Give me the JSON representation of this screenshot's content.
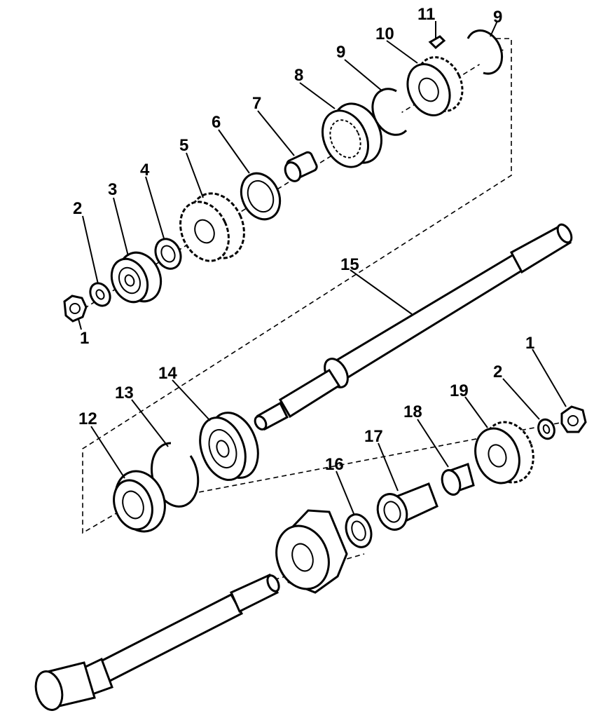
{
  "callouts": [
    {
      "id": "1a",
      "text": "1"
    },
    {
      "id": "1b",
      "text": "1"
    },
    {
      "id": "2a",
      "text": "2"
    },
    {
      "id": "2b",
      "text": "2"
    },
    {
      "id": "3",
      "text": "3"
    },
    {
      "id": "4",
      "text": "4"
    },
    {
      "id": "5",
      "text": "5"
    },
    {
      "id": "6",
      "text": "6"
    },
    {
      "id": "7",
      "text": "7"
    },
    {
      "id": "8",
      "text": "8"
    },
    {
      "id": "9a",
      "text": "9"
    },
    {
      "id": "9b",
      "text": "9"
    },
    {
      "id": "10",
      "text": "10"
    },
    {
      "id": "11",
      "text": "11"
    },
    {
      "id": "12",
      "text": "12"
    },
    {
      "id": "13",
      "text": "13"
    },
    {
      "id": "14",
      "text": "14"
    },
    {
      "id": "15",
      "text": "15"
    },
    {
      "id": "16",
      "text": "16"
    },
    {
      "id": "17",
      "text": "17"
    },
    {
      "id": "18",
      "text": "18"
    },
    {
      "id": "19",
      "text": "19"
    }
  ]
}
